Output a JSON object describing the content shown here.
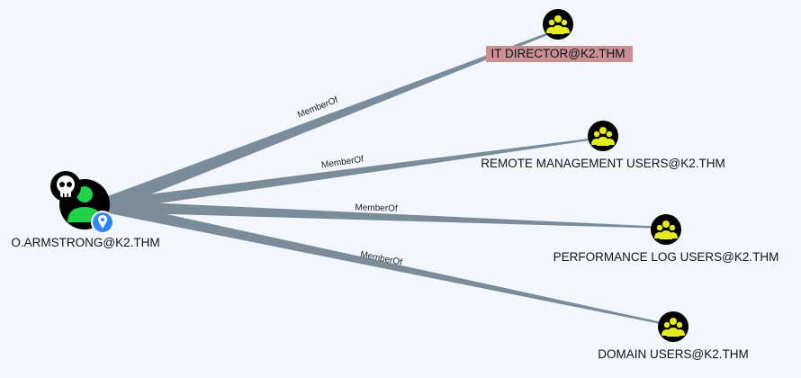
{
  "graph": {
    "source": {
      "label": "O.ARMSTRONG@K2.THM",
      "type": "user",
      "badges": [
        "skull-icon",
        "pin-icon"
      ],
      "colors": {
        "fill": "#000000",
        "person": "#22d14a",
        "pin": "#2f86f6"
      }
    },
    "targets": [
      {
        "label": "IT DIRECTOR@K2.THM",
        "type": "group",
        "highlighted": true
      },
      {
        "label": "REMOTE MANAGEMENT USERS@K2.THM",
        "type": "group"
      },
      {
        "label": "PERFORMANCE LOG USERS@K2.THM",
        "type": "group"
      },
      {
        "label": "DOMAIN USERS@K2.THM",
        "type": "group"
      }
    ],
    "edges": [
      {
        "label": "MemberOf",
        "from": "O.ARMSTRONG@K2.THM",
        "to": "IT DIRECTOR@K2.THM"
      },
      {
        "label": "MemberOf",
        "from": "O.ARMSTRONG@K2.THM",
        "to": "REMOTE MANAGEMENT USERS@K2.THM"
      },
      {
        "label": "MemberOf",
        "from": "O.ARMSTRONG@K2.THM",
        "to": "PERFORMANCE LOG USERS@K2.THM"
      },
      {
        "label": "MemberOf",
        "from": "O.ARMSTRONG@K2.THM",
        "to": "DOMAIN USERS@K2.THM"
      }
    ],
    "colors": {
      "edge": "#7a8c99",
      "group_fill": "#000000",
      "group_person": "#e4ec1f",
      "highlight": "#c98f95"
    }
  }
}
